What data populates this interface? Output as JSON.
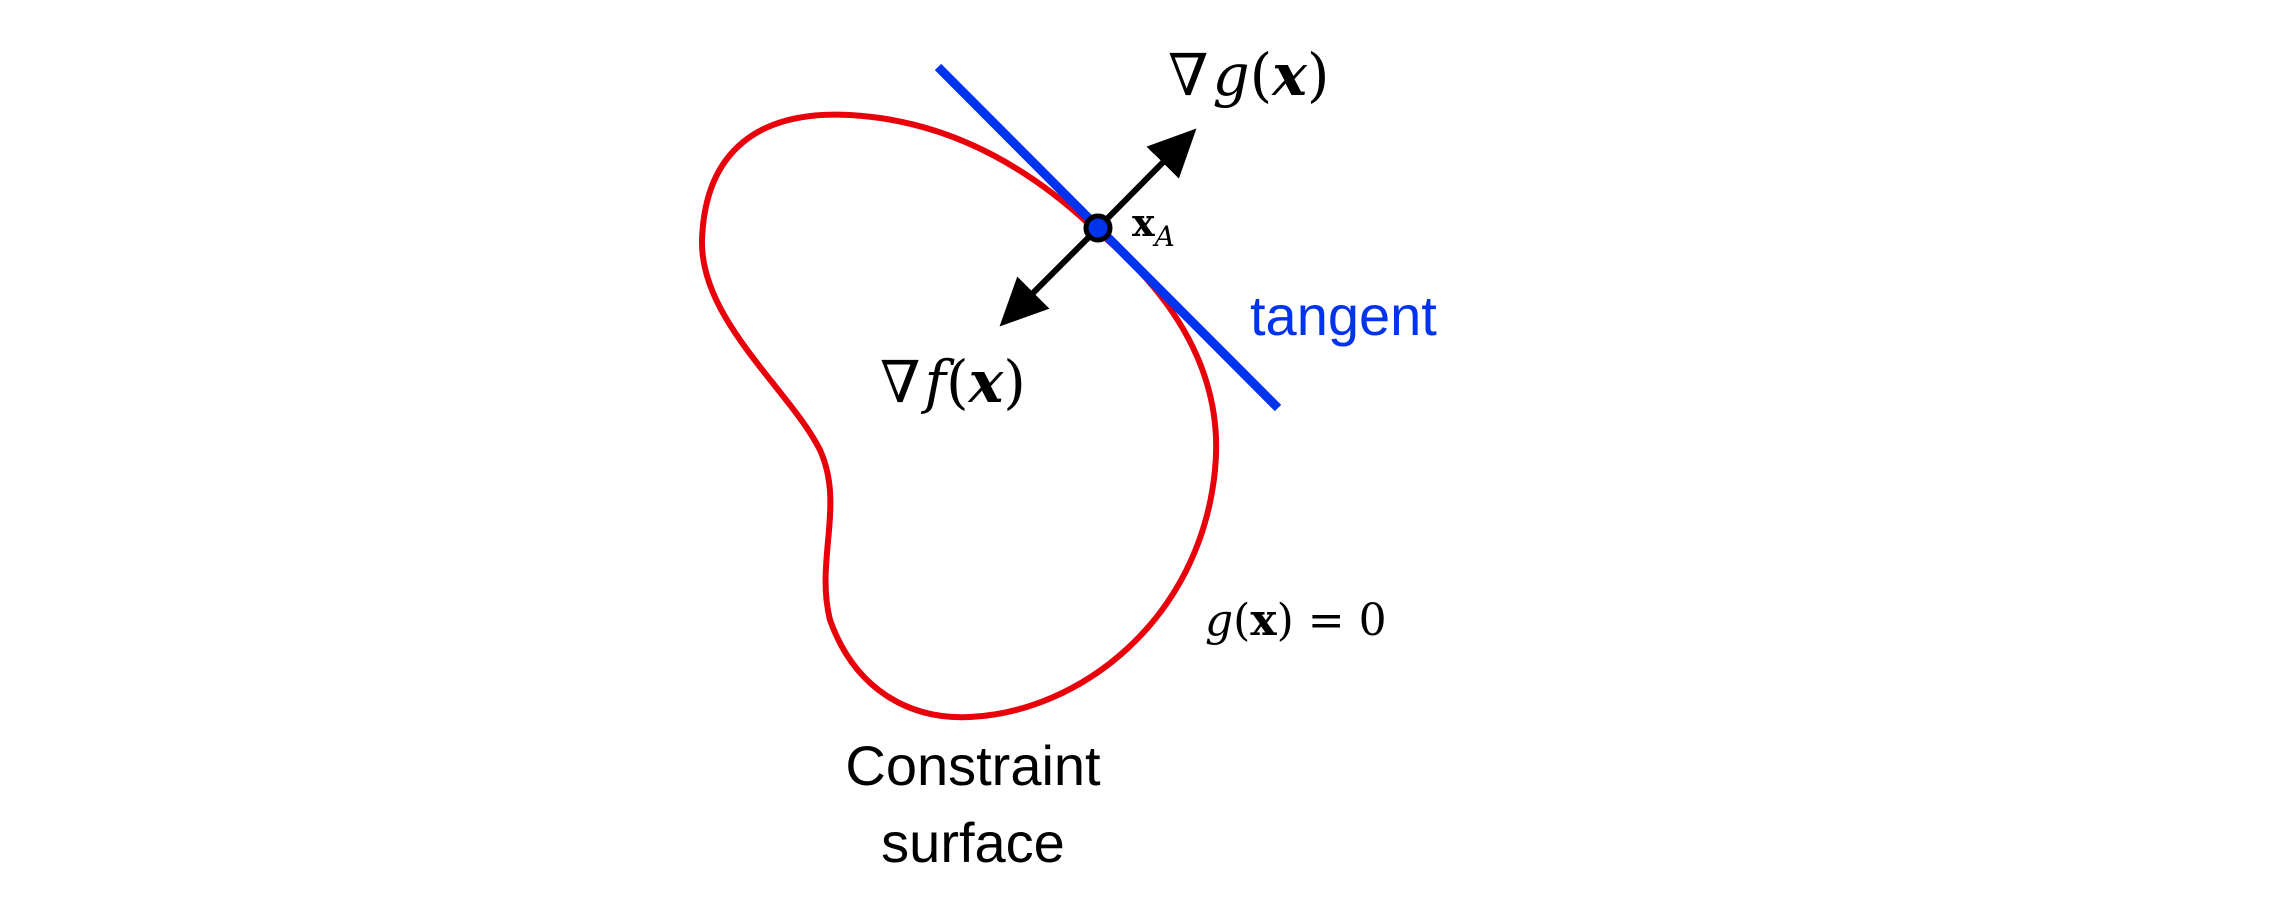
{
  "labels": {
    "grad_g": {
      "symbol": "∇",
      "func": "g",
      "open": "(",
      "var": "x",
      "close": ")"
    },
    "grad_f": {
      "symbol": "∇",
      "func": "f",
      "open": "(",
      "var": "x",
      "close": ")"
    },
    "point": {
      "main": "x",
      "sub": "A"
    },
    "tangent": "tangent",
    "constraint_eq": {
      "func": "g",
      "open": "(",
      "var": "x",
      "close": ")",
      "rhs": " = 0"
    },
    "surface_line1": "Constraint",
    "surface_line2": "surface"
  },
  "colors": {
    "curve": "#e8000b",
    "tangent": "#0033ee",
    "arrow": "#000000",
    "text": "#000000"
  }
}
